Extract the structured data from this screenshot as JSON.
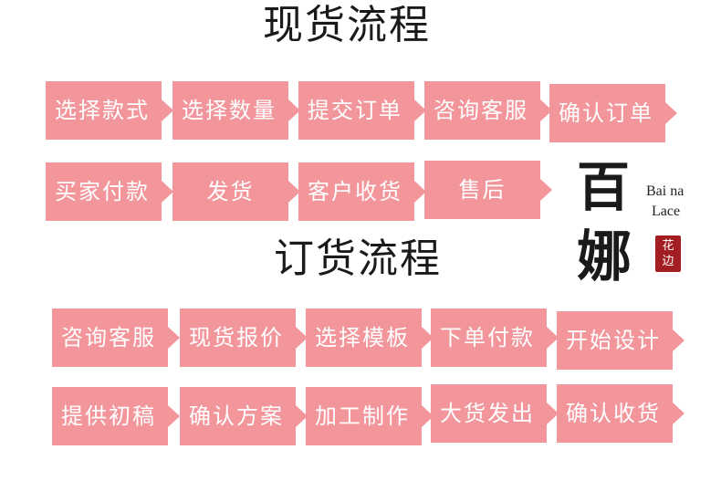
{
  "titles": {
    "spot": "现货流程",
    "order": "订货流程"
  },
  "spot_flow": {
    "row1": [
      "选择款式",
      "选择数量",
      "提交订单",
      "咨询客服",
      "确认订单"
    ],
    "row2": [
      "买家付款",
      "发货",
      "客户收货",
      "售后"
    ]
  },
  "order_flow": {
    "row1": [
      "咨询客服",
      "现货报价",
      "选择模板",
      "下单付款",
      "开始设计"
    ],
    "row2": [
      "提供初稿",
      "确认方案",
      "加工制作",
      "大货发出",
      "确认收货"
    ]
  },
  "logo": {
    "char1": "百",
    "char2": "娜",
    "en_line1": "Bai na",
    "en_line2": "Lace",
    "seal_char1": "花",
    "seal_char2": "边"
  },
  "colors": {
    "box": "#f2969c",
    "box_text": "#ffffff",
    "title_text": "#1a1a1a",
    "seal": "#a31e22"
  }
}
